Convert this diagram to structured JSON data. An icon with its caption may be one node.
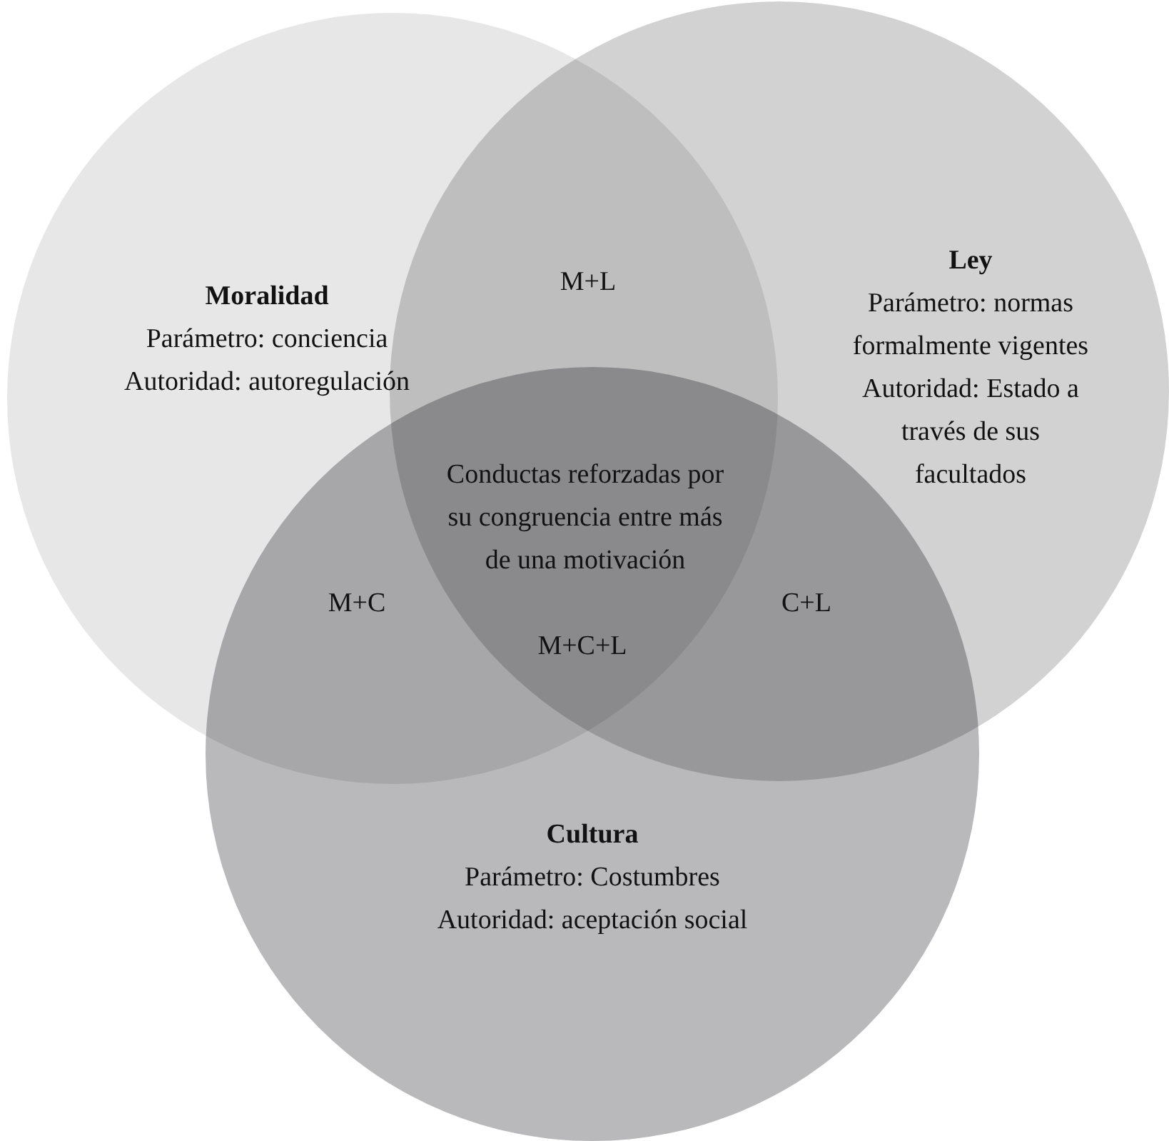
{
  "diagram": {
    "nodes": [
      {
        "text": [
          "Moralidad",
          "Parámetro: conciencia",
          "Autoridad: autoregulación"
        ]
      },
      {
        "text": [
          "Ley",
          "Parámetro: normas formalmente vigentes",
          "Autoridad: Estado a través de sus facultados"
        ]
      },
      {
        "text": [
          "Cultura",
          "Parámetro: Costumbres",
          "Autoridad: aceptación social"
        ]
      }
    ],
    "labels": [
      "M+L",
      "Conductas reforzadas por su congruencia entre más de una motivación",
      "M+C",
      "M+C+L",
      "C+L"
    ]
  }
}
